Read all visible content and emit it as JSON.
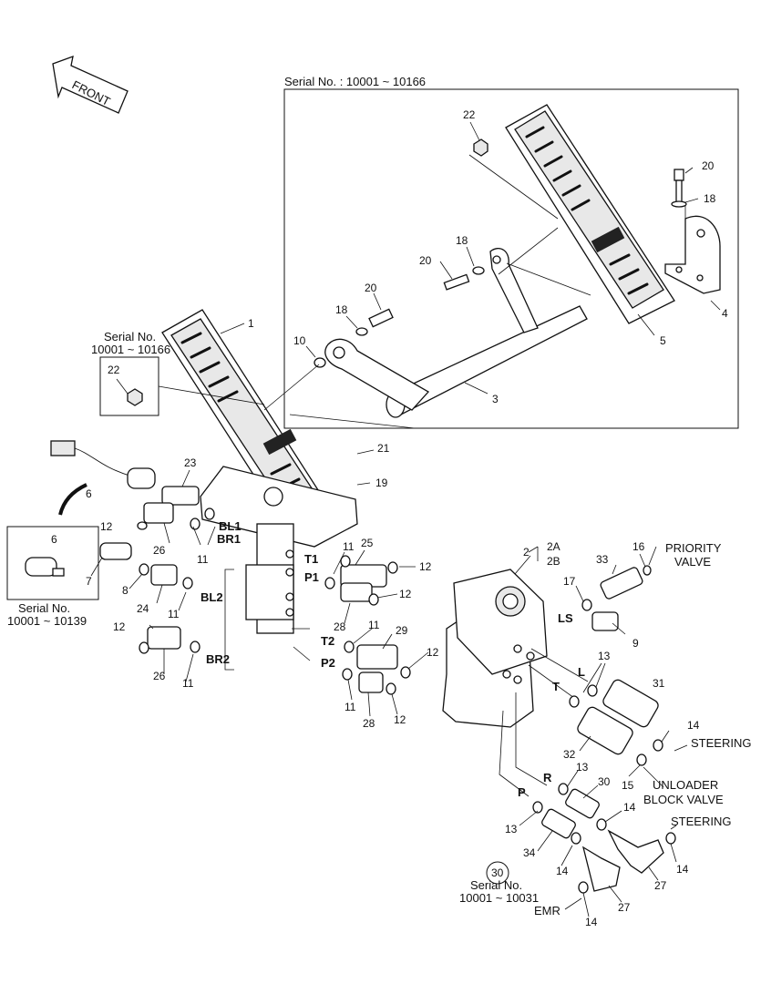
{
  "front_label": "FRONT",
  "serial_main": "Serial No. : 10001 ~ 10166",
  "serial_left_a": "Serial No.",
  "serial_left_b": "10001 ~ 10166",
  "serial_sensor_a": "Serial No.",
  "serial_sensor_b": "10001 ~ 10139",
  "serial_bottom_a": "Serial No.",
  "serial_bottom_b": "10001 ~ 10031",
  "ports": {
    "bl1": "BL1",
    "br1": "BR1",
    "t1": "T1",
    "p1": "P1",
    "bl2": "BL2",
    "t2": "T2",
    "p2": "P2",
    "br2": "BR2",
    "ls": "LS",
    "l": "L",
    "t": "T",
    "r": "R",
    "p": "P"
  },
  "labels": {
    "priority_1": "PRIORITY",
    "priority_2": "VALVE",
    "steering_1": "STEERING",
    "steering_2": "STEERING",
    "unloader_1": "UNLOADER",
    "unloader_2": "BLOCK VALVE",
    "emr": "EMR"
  },
  "callouts": {
    "n22a": "22",
    "n20a": "20",
    "n18a": "18",
    "n18b": "18",
    "n20b": "20",
    "n20c": "20",
    "n18c": "18",
    "n4": "4",
    "n5": "5",
    "n1": "1",
    "n10": "10",
    "n3": "3",
    "n22b": "22",
    "n21": "21",
    "n19": "19",
    "n23": "23",
    "n6a": "6",
    "n6b": "6",
    "n12a": "12",
    "n26a": "26",
    "n11a": "11",
    "n7": "7",
    "n8": "8",
    "n24": "24",
    "n11b": "11",
    "n12b": "12",
    "n26b": "26",
    "n11c": "11",
    "n11d": "11",
    "n25": "25",
    "n12c": "12",
    "n12d": "12",
    "n28a": "28",
    "n11e": "11",
    "n29": "29",
    "n12e": "12",
    "n11f": "11",
    "n28b": "28",
    "n12f": "12",
    "n2": "2",
    "n2a": "2A",
    "n2b": "2B",
    "n33": "33",
    "n16": "16",
    "n17": "17",
    "n9": "9",
    "n13a": "13",
    "n31": "31",
    "n14a": "14",
    "n32": "32",
    "n15": "15",
    "n13b": "13",
    "n30": "30",
    "n14b": "14",
    "n13c": "13",
    "n34": "34",
    "n30c": "30",
    "n14c": "14",
    "n14d": "14",
    "n27a": "27",
    "n27b": "27",
    "n14e": "14"
  },
  "icons": [
    "front-arrow-icon",
    "accelerator-pedal",
    "brake-pedal",
    "brake-valve",
    "steering-unit",
    "pressure-sensor"
  ]
}
